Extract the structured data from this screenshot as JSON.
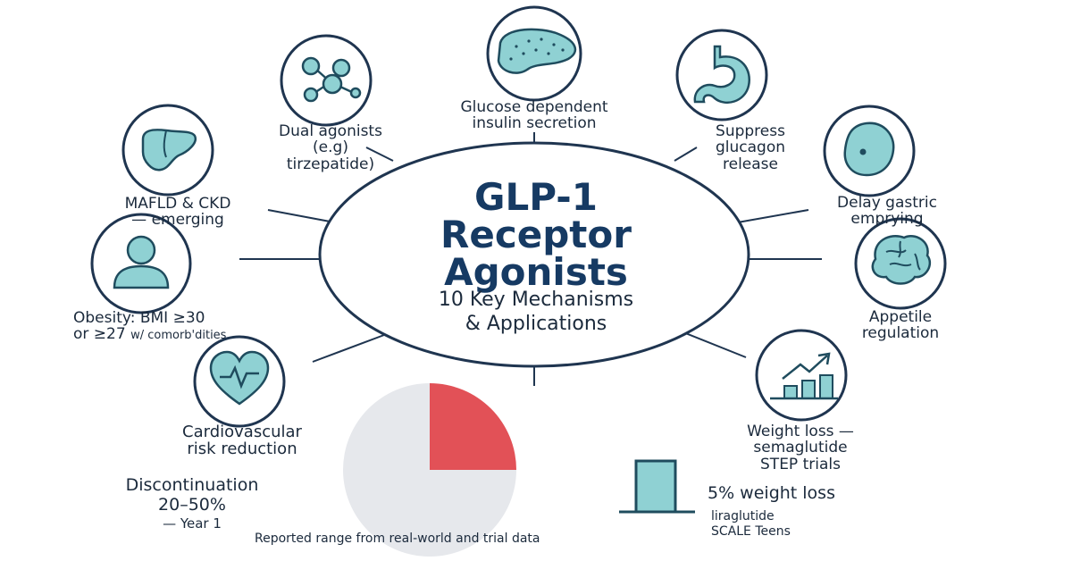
{
  "colors": {
    "navy": "#163a63",
    "ring": "#1f3550",
    "teal_fill": "#8fd1d3",
    "teal_stroke": "#1f4c5e",
    "pie_red": "#e25157",
    "pie_gray": "#e6e8ec",
    "text": "#1b2a3c"
  },
  "title": {
    "lines": [
      "GLP-1",
      "Receptor",
      "Agonists"
    ],
    "subtitle_lines": [
      "10 Key Mechanisms",
      "& Applications"
    ]
  },
  "nodes": [
    {
      "id": "glucose",
      "icon": "pancreas-icon",
      "lines": [
        "Glucose dependent",
        "insulin secretion"
      ]
    },
    {
      "id": "glucagon",
      "icon": "stomach-icon",
      "lines": [
        "Suppress",
        "glucagon",
        "release"
      ]
    },
    {
      "id": "gastric",
      "icon": "stomach-cell-icon",
      "lines": [
        "Delay gastric",
        "emprying"
      ]
    },
    {
      "id": "appetite",
      "icon": "brain-icon",
      "lines": [
        "Appetile",
        "regulation"
      ]
    },
    {
      "id": "weightloss",
      "icon": "bar-chart-icon",
      "lines": [
        "Weight loss —",
        "semaglutide",
        "STEP trials"
      ]
    },
    {
      "id": "cardio",
      "icon": "heart-icon",
      "lines": [
        "Cardiovascular",
        "risk reduction"
      ]
    },
    {
      "id": "obesity",
      "icon": "person-icon",
      "lines": [
        "Obesity: BMI ≥30",
        "or ≥27"
      ],
      "small_suffix": "w/ comorb'dities"
    },
    {
      "id": "mafld",
      "icon": "liver-icon",
      "lines": [
        "MAFLD & CKD",
        "— emerging"
      ]
    },
    {
      "id": "dual",
      "icon": "molecule-icon",
      "lines": [
        "Dual agonists",
        "(e.g)",
        "tirzepatide)"
      ]
    }
  ],
  "stats": {
    "discontinuation": {
      "line1": "Discontinuation",
      "line2": "20–50%",
      "line3": "— Year 1"
    },
    "teens": {
      "headline": "5% weight loss",
      "line1": "liraglutide",
      "line2": "SCALE Teens"
    },
    "footnote": "Reported range from real-world and trial data"
  },
  "chart_data": [
    {
      "type": "pie",
      "values": [
        25,
        75
      ],
      "colors": [
        "#e25157",
        "#e6e8ec"
      ]
    },
    {
      "type": "bar",
      "values": [
        1
      ]
    }
  ]
}
